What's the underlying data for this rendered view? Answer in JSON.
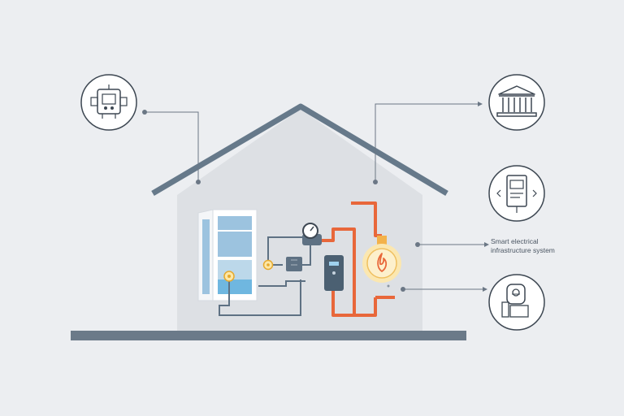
{
  "callout_label": {
    "line1": "Smart electrical",
    "line2": "infrastructure system"
  },
  "icons": [
    {
      "name": "network-hub-icon",
      "position": "top-left"
    },
    {
      "name": "public-building-icon",
      "position": "top-right"
    },
    {
      "name": "control-panel-icon",
      "position": "middle-right"
    },
    {
      "name": "smart-lock-icon",
      "position": "bottom-right"
    }
  ],
  "components": {
    "window": "window",
    "pressure_gauge": "gauge-icon",
    "boiler": "boiler-unit",
    "flame": "flame-icon",
    "valve": "valve-icon"
  },
  "colors": {
    "background": "#eceef1",
    "house_fill": "#dde0e4",
    "roof": "#66798a",
    "ground": "#6b7a89",
    "pipe_gray": "#5e7183",
    "pipe_orange": "#e8673a",
    "window_glass": "#9cc3df",
    "water": "#6fb7e0",
    "flame_glow": "#fbe7b0",
    "flame": "#f0a030",
    "icon_stroke": "#3d4752"
  }
}
